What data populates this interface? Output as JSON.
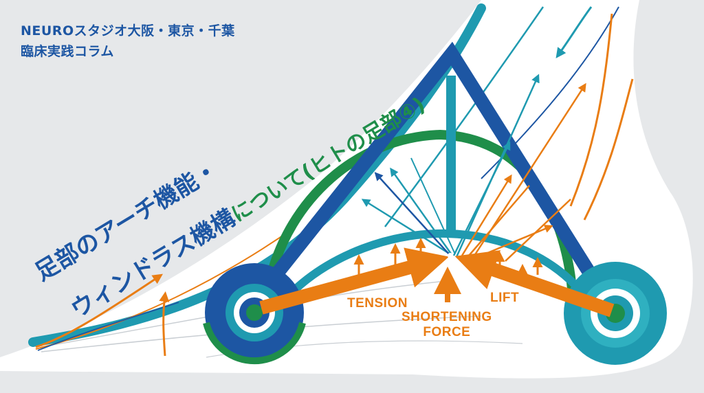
{
  "brand": {
    "line1": "NEUROスタジオ大阪・東京・千葉",
    "line2": "臨床実践コラム"
  },
  "title": {
    "line1": "足部のアーチ機能・",
    "line2_main": "ウィンドラス機構",
    "line2_sub": "について(ヒトの足部④)"
  },
  "diagram": {
    "labels": {
      "tension": "TENSION",
      "lift": "LIFT",
      "shortening_1": "SHORTENING",
      "shortening_2": "FORCE"
    }
  },
  "colors": {
    "navy": "#1d56a3",
    "teal": "#1f9ab0",
    "green": "#1f8e4a",
    "orange": "#e97d14",
    "background": "#e6e8ea"
  }
}
